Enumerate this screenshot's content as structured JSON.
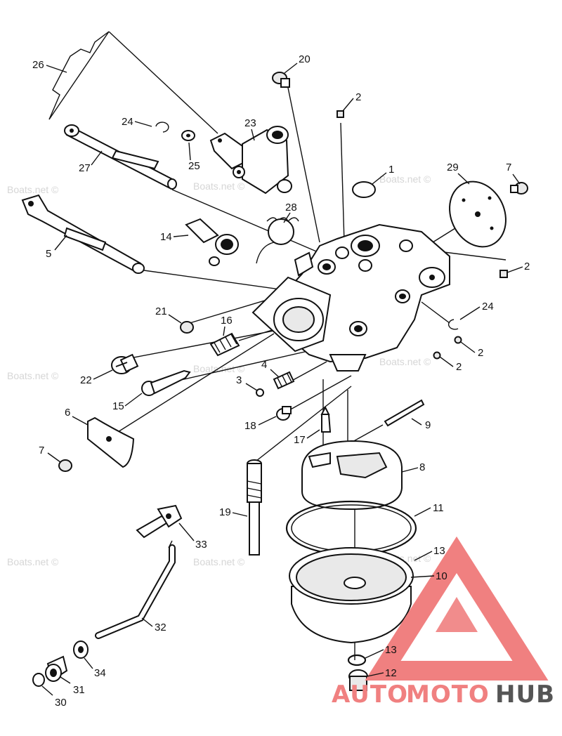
{
  "diagram": {
    "parts": [
      {
        "id": "p1",
        "label": "1"
      },
      {
        "id": "p2a",
        "label": "2"
      },
      {
        "id": "p2b",
        "label": "2"
      },
      {
        "id": "p2c",
        "label": "2"
      },
      {
        "id": "p2d",
        "label": "2"
      },
      {
        "id": "p3",
        "label": "3"
      },
      {
        "id": "p4",
        "label": "4"
      },
      {
        "id": "p5",
        "label": "5"
      },
      {
        "id": "p6",
        "label": "6"
      },
      {
        "id": "p7a",
        "label": "7"
      },
      {
        "id": "p7b",
        "label": "7"
      },
      {
        "id": "p8",
        "label": "8"
      },
      {
        "id": "p9",
        "label": "9"
      },
      {
        "id": "p10",
        "label": "10"
      },
      {
        "id": "p11",
        "label": "11"
      },
      {
        "id": "p12",
        "label": "12"
      },
      {
        "id": "p13a",
        "label": "13"
      },
      {
        "id": "p13b",
        "label": "13"
      },
      {
        "id": "p14",
        "label": "14"
      },
      {
        "id": "p15",
        "label": "15"
      },
      {
        "id": "p16",
        "label": "16"
      },
      {
        "id": "p17",
        "label": "17"
      },
      {
        "id": "p18",
        "label": "18"
      },
      {
        "id": "p19",
        "label": "19"
      },
      {
        "id": "p20",
        "label": "20"
      },
      {
        "id": "p21",
        "label": "21"
      },
      {
        "id": "p22",
        "label": "22"
      },
      {
        "id": "p23",
        "label": "23"
      },
      {
        "id": "p24a",
        "label": "24"
      },
      {
        "id": "p24b",
        "label": "24"
      },
      {
        "id": "p25",
        "label": "25"
      },
      {
        "id": "p26",
        "label": "26"
      },
      {
        "id": "p27",
        "label": "27"
      },
      {
        "id": "p28",
        "label": "28"
      },
      {
        "id": "p29",
        "label": "29"
      },
      {
        "id": "p30",
        "label": "30"
      },
      {
        "id": "p31",
        "label": "31"
      },
      {
        "id": "p32",
        "label": "32"
      },
      {
        "id": "p33",
        "label": "33"
      },
      {
        "id": "p34",
        "label": "34"
      }
    ]
  },
  "watermark": {
    "text": "Boats.net ©"
  },
  "brand": {
    "part1": "AUTO",
    "part2": "MOTO",
    "part3": "HUB",
    "color_accent": "#f08080",
    "color_dark": "#555555"
  }
}
